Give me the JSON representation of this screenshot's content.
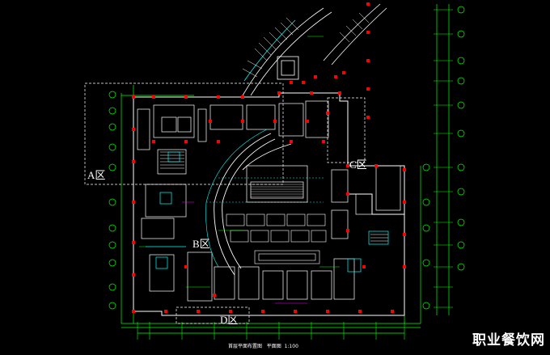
{
  "plan": {
    "zones": [
      {
        "id": "A",
        "label": "A区"
      },
      {
        "id": "B",
        "label": "B区"
      },
      {
        "id": "C",
        "label": "C区"
      },
      {
        "id": "D",
        "label": "D区"
      }
    ],
    "title_caption": "首层平面布置图",
    "scale_prefix": "平面图",
    "scale_value": "1:100"
  },
  "watermark": "职业餐饮网",
  "colors": {
    "background": "#000000",
    "grid_green": "#00ff00",
    "wall_white": "#ffffff",
    "column_red": "#ff0000",
    "furniture_cyan": "#00ffff",
    "guide_magenta": "#ff00ff"
  }
}
